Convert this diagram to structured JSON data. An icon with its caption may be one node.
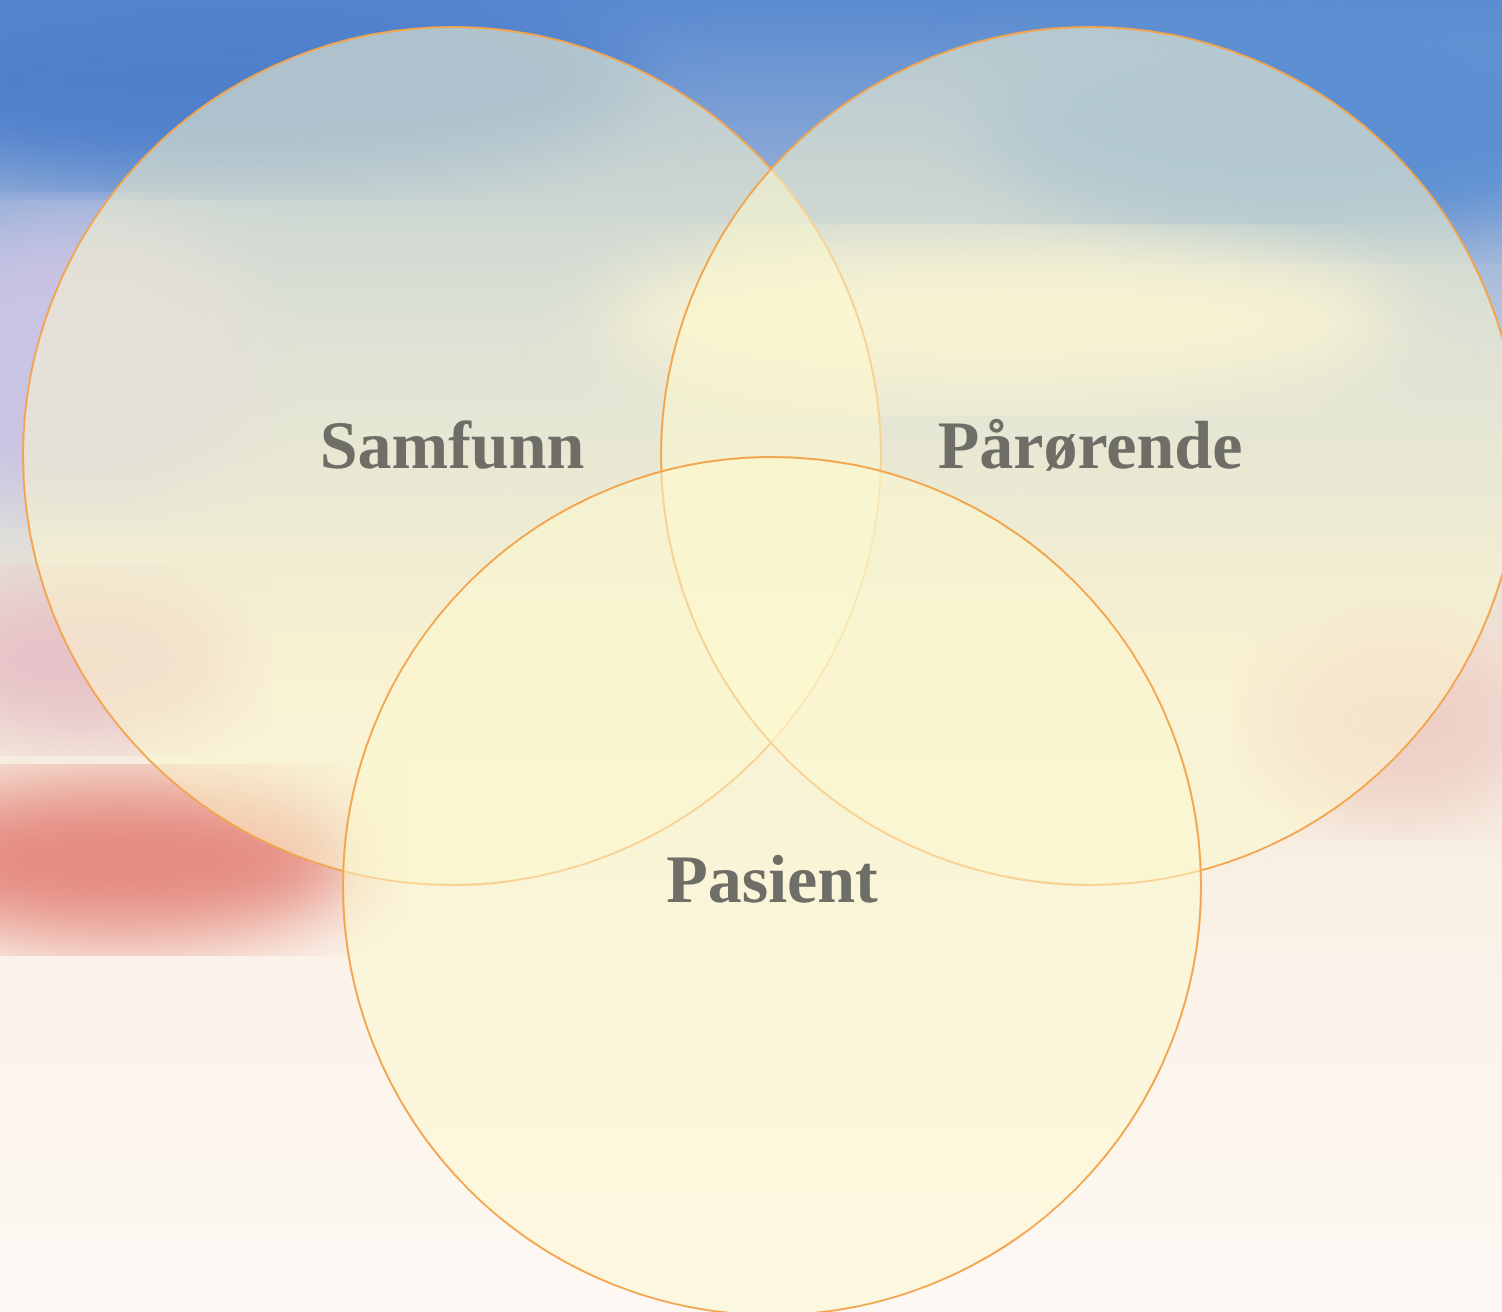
{
  "diagram": {
    "nodes": [
      {
        "text": [
          "Samfunn"
        ]
      },
      {
        "text": [
          "Pårørende"
        ]
      },
      {
        "text": [
          "Pasient"
        ]
      }
    ]
  }
}
